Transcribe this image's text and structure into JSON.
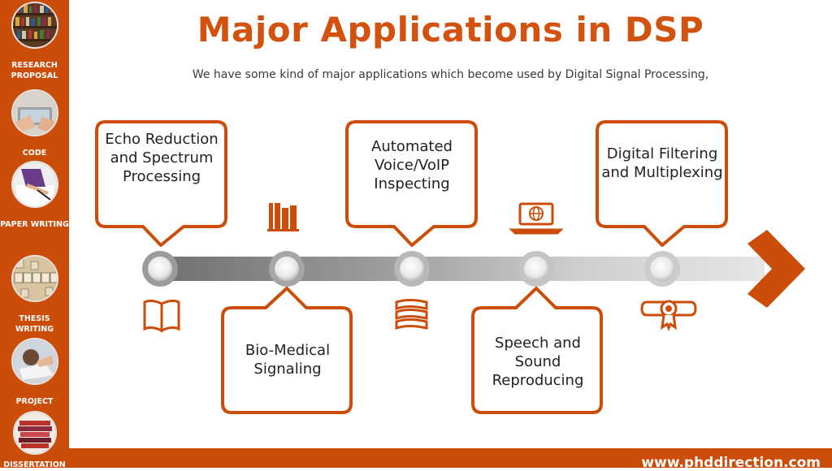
{
  "sidebar": {
    "items": [
      {
        "label": "RESEARCH PROPOSAL",
        "icon": "bookshelf-photo"
      },
      {
        "label": "CODE",
        "icon": "laptop-hands-photo"
      },
      {
        "label": "PAPER WRITING",
        "icon": "pen-writing-photo"
      },
      {
        "label": "THESIS WRITING",
        "icon": "thesis-letters-photo"
      },
      {
        "label": "PROJECT",
        "icon": "person-reading-photo"
      },
      {
        "label": "DISSERTATION",
        "icon": "book-stack-photo"
      }
    ]
  },
  "header": {
    "title": "Major Applications in DSP",
    "subtitle": "We have some kind of major applications which become used by Digital Signal Processing,"
  },
  "applications": [
    {
      "label": "Echo Reduction and Spectrum Processing",
      "icon": "open-book-icon"
    },
    {
      "label": "Bio-Medical Signaling",
      "icon": "books-shelf-icon"
    },
    {
      "label": "Automated Voice/VoIP Inspecting",
      "icon": "book-stack-icon"
    },
    {
      "label": "Speech and Sound Reproducing",
      "icon": "laptop-globe-icon"
    },
    {
      "label": "Digital Filtering and Multiplexing",
      "icon": "diploma-icon"
    }
  ],
  "footer": {
    "url": "www.phddirection.com"
  },
  "colors": {
    "accent": "#cc4d0a",
    "title": "#d4520f",
    "timeline_dark": "#7a7a7a",
    "timeline_light": "#e3e3e3"
  }
}
